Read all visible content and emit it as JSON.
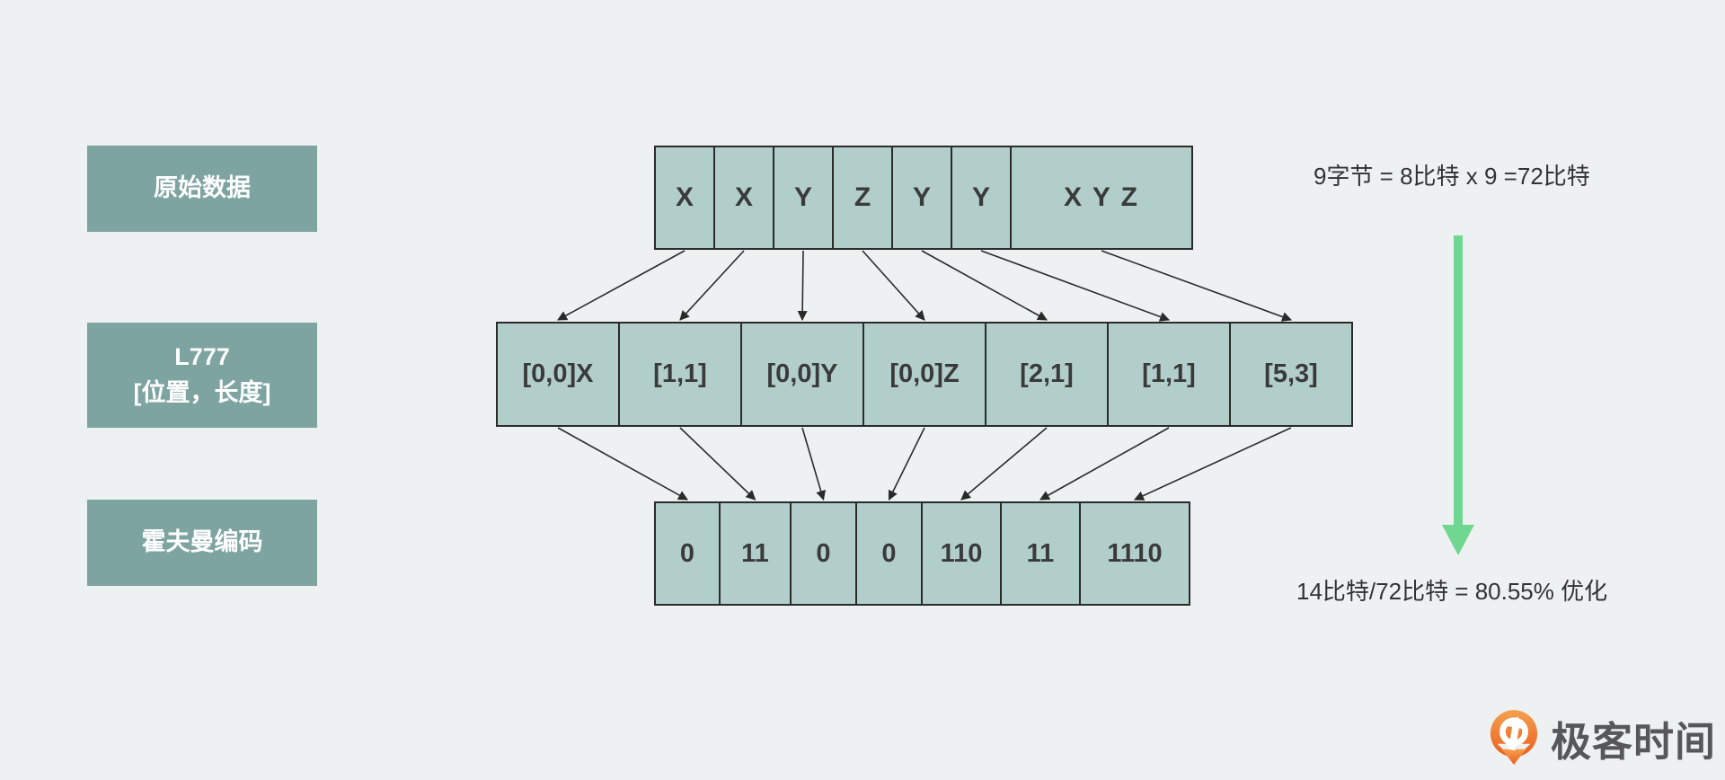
{
  "colors": {
    "background": "#eef1f2",
    "label_bg": "#7ea4a2",
    "label_text": "#ffffff",
    "cell_bg": "#b2cecb",
    "cell_border": "#2b2b2b",
    "cell_text": "#3a3a3a",
    "arrow_line": "#2a2a2a",
    "arrow_green": "#6fd78f",
    "annotation_text": "#333333",
    "logo_orange": "#ed6c23",
    "logo_text": "#56575b"
  },
  "labels": [
    {
      "id": "original",
      "lines": [
        "原始数据"
      ]
    },
    {
      "id": "lz77",
      "lines": [
        "L777",
        "[位置，长度]"
      ]
    },
    {
      "id": "huffman",
      "lines": [
        "霍夫曼编码"
      ]
    }
  ],
  "rows": {
    "original": [
      "X",
      "X",
      "Y",
      "Z",
      "Y",
      "Y",
      "X Y Z"
    ],
    "lz77": [
      "[0,0]X",
      "[1,1]",
      "[0,0]Y",
      "[0,0]Z",
      "[2,1]",
      "[1,1]",
      "[5,3]"
    ],
    "huffman": [
      "0",
      "11",
      "0",
      "0",
      "110",
      "11",
      "1110"
    ]
  },
  "annotations": {
    "bytes": "9字节 = 8比特 x 9 =72比特",
    "optimization": "14比特/72比特 = 80.55% 优化"
  },
  "logo": {
    "text": "极客时间",
    "icon": "geektime-pin-icon"
  }
}
